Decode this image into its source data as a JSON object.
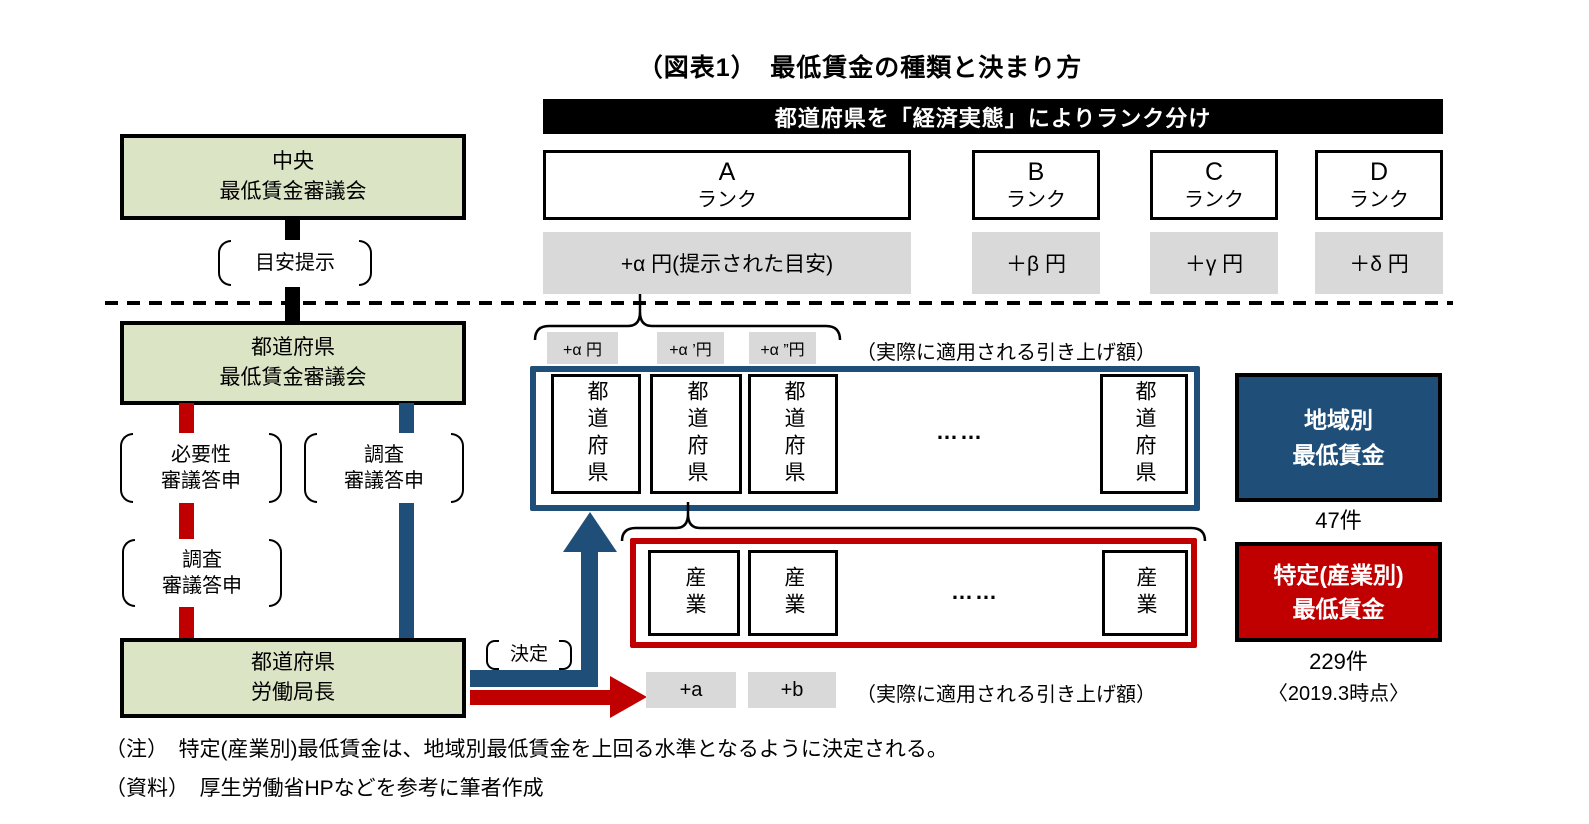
{
  "title": "（図表1）　最低賃金の種類と決まり方",
  "rank_header": "都道府県を「経済実態」によりランク分け",
  "ranks": [
    {
      "letter": "A",
      "label": "ランク",
      "amount": "+α 円(提示された目安)"
    },
    {
      "letter": "B",
      "label": "ランク",
      "amount": "＋β 円"
    },
    {
      "letter": "C",
      "label": "ランク",
      "amount": "＋γ 円"
    },
    {
      "letter": "D",
      "label": "ランク",
      "amount": "＋δ 円"
    }
  ],
  "flow": {
    "central_council": "中央\n最低賃金審議会",
    "guideline_label": "目安提示",
    "pref_council": "都道府県\n最低賃金審議会",
    "necessity_label": "必要性\n審議答申",
    "survey_label_blue": "調査\n審議答申",
    "survey_label_red": "調査\n審議答申",
    "labor_bureau": "都道府県\n労働局長",
    "decision_label": "決定"
  },
  "regional": {
    "applied": [
      "+α 円",
      "+α ’円",
      "+α ”円"
    ],
    "applied_caption": "（実際に適用される引き上げ額）",
    "pref_box": "都道府県",
    "dots": "……"
  },
  "industry": {
    "applied": [
      "+a",
      "+b"
    ],
    "applied_caption": "（実際に適用される引き上げ額）",
    "industry_box": "産業",
    "dots": "……"
  },
  "legend": {
    "regional_label": "地域別\n最低賃金",
    "regional_count": "47件",
    "industry_label": "特定(産業別)\n最低賃金",
    "industry_count": "229件",
    "as_of": "〈2019.3時点〉"
  },
  "notes": [
    "（注）　特定(産業別)最低賃金は、地域別最低賃金を上回る水準となるように決定される。",
    "（資料）　厚生労働省HPなどを参考に筆者作成"
  ],
  "colors": {
    "green_fill": "#dbe5c6",
    "dark_blue": "#1f4e79",
    "dark_red": "#c00000",
    "gray_fill": "#d9d9d9",
    "black": "#000000"
  }
}
